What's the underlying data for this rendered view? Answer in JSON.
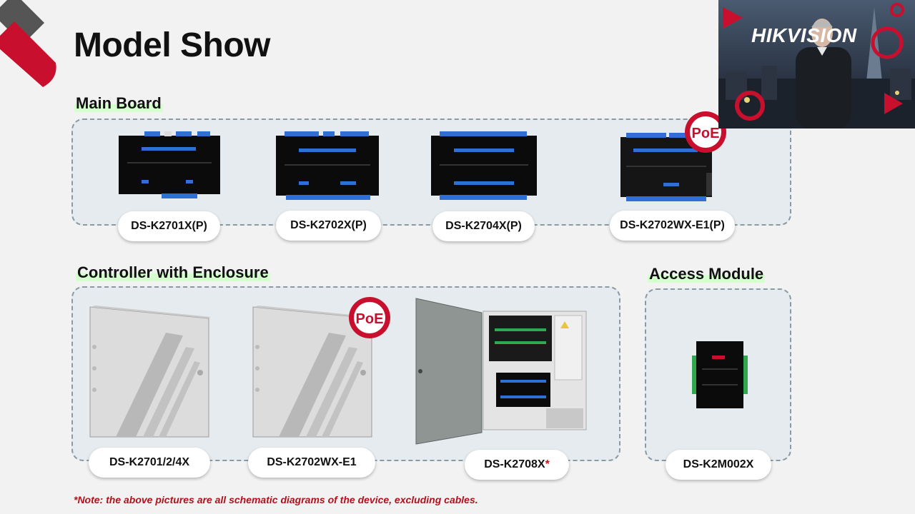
{
  "slide": {
    "title": "Model Show",
    "note": "*Note: the above pictures are all schematic diagrams of the device, excluding cables."
  },
  "sections": {
    "main_board": {
      "title": "Main Board",
      "models": [
        "DS-K2701X(P)",
        "DS-K2702X(P)",
        "DS-K2704X(P)",
        "DS-K2702WX-E1(P)"
      ]
    },
    "controller_enclosure": {
      "title": "Controller with Enclosure",
      "models": [
        "DS-K2701/2/4X",
        "DS-K2702WX-E1",
        "DS-K2708X"
      ],
      "asterisk": "*"
    },
    "access_module": {
      "title": "Access Module",
      "models": [
        "DS-K2M002X"
      ]
    }
  },
  "badges": {
    "poe": "PoE"
  },
  "webcam": {
    "logo": "HIKVISION"
  },
  "colors": {
    "accent_red": "#c8102e",
    "panel_bg": "#e5ebee",
    "board_black": "#0b0b0b",
    "terminal_blue": "#2f6fd6",
    "terminal_green": "#2fa84f"
  }
}
